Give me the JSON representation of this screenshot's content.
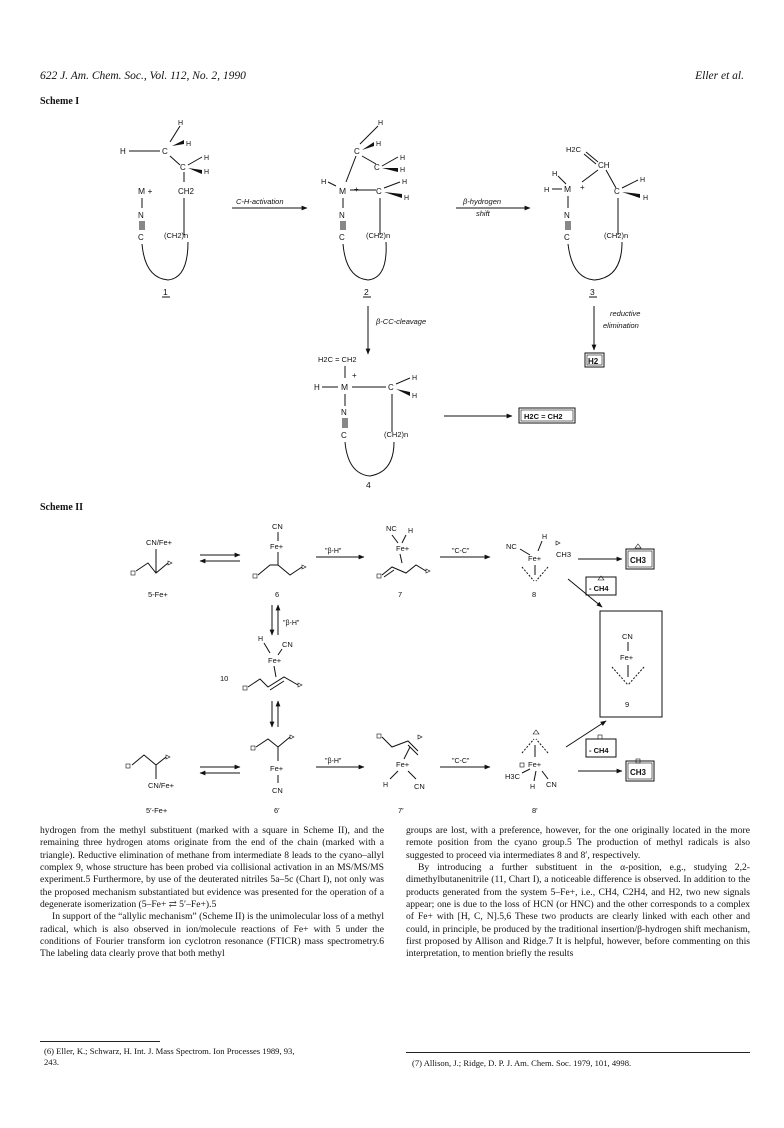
{
  "header": {
    "page_journal": "622  J. Am. Chem. Soc., Vol. 112, No. 2, 1990",
    "authors": "Eller et al."
  },
  "scheme1": {
    "label": "Scheme I",
    "arrows": {
      "ch_activation": "C-H-activation",
      "beta_hydrogen_1": "β-hydrogen",
      "beta_hydrogen_2": "shift",
      "beta_cc_cleavage": "β-CC-cleavage",
      "reductive_1": "reductive",
      "reductive_2": "elimination"
    },
    "labels": {
      "c1": "1",
      "c2": "2",
      "c3": "3",
      "c4": "4"
    },
    "atoms": {
      "H": "H",
      "C": "C",
      "M": "M",
      "N": "N",
      "plus": "+",
      "CH2": "CH2",
      "CH2n": "(CH2)n",
      "CH": "CH",
      "H2C": "H2C",
      "triple": "|||",
      "M_plus": "M +",
      "H2C_eq_CH2": "H2C = CH2"
    },
    "products": {
      "h2": "H2",
      "ethene": "H2C = CH2"
    }
  },
  "scheme2": {
    "label": "Scheme II",
    "arrows": {
      "beta_h": "\"β-H\"",
      "cc": "\"C-C\""
    },
    "labels": {
      "s5fe": "5-Fe+",
      "c6": "6",
      "c7": "7",
      "c8": "8",
      "c9": "9",
      "c10": "10",
      "s5pfe": "5′-Fe+",
      "c6p": "6′",
      "c7p": "7′",
      "c8p": "8′"
    },
    "species": {
      "CN_Fe": "CN/Fe+",
      "CN": "CN",
      "Fe": "Fe+",
      "NC": "NC",
      "H": "H",
      "CH3": "CH3",
      "H3C": "H3C",
      "minus_CH4": "- CH4"
    }
  },
  "body": {
    "left": [
      "hydrogen from the methyl substituent (marked with a square in Scheme II), and the remaining three hydrogen atoms originate from the end of the chain (marked with a triangle). Reductive elimination of methane from intermediate 8 leads to the cyano–allyl complex 9, whose structure has been probed via collisional activation in an MS/MS/MS experiment.5 Furthermore, by use of the deuterated nitriles 5a–5c (Chart I), not only was the proposed mechanism substantiated but evidence was presented for the operation of a degenerate isomerization (5–Fe+ ⇄ 5′–Fe+).5",
      "In support of the “allylic mechanism” (Scheme II) is the unimolecular loss of a methyl radical, which is also observed in ion/molecule reactions of Fe+ with 5 under the conditions of Fourier transform ion cyclotron resonance (FTICR) mass spectrometry.6  The labeling data clearly prove that both methyl"
    ],
    "right": [
      "groups are lost, with a preference, however, for the one originally located in the more remote position from the cyano group.5 The production of methyl radicals is also suggested to proceed via intermediates 8 and 8′, respectively.",
      "By introducing a further substituent in the α-position, e.g., studying 2,2-dimethylbutanenitrile (11, Chart I), a noticeable difference is observed. In addition to the products generated from the system 5–Fe+, i.e., CH4, C2H4, and H2, two new signals appear; one is due to the loss of HCN (or HNC) and the other corresponds to a complex of Fe+ with [H, C, N].5,6 These two products are clearly linked with each other and could, in principle, be produced by the traditional insertion/β-hydrogen shift mechanism, first proposed by Allison and Ridge.7 It is helpful, however, before commenting on this interpretation, to mention briefly the results"
    ]
  },
  "footnotes": {
    "left_1": "(6) Eller, K.; Schwarz, H. Int. J. Mass Spectrom. Ion Processes 1989, 93,",
    "left_2": "243.",
    "right": "(7) Allison, J.; Ridge, D. P. J. Am. Chem. Soc. 1979, 101, 4998."
  }
}
